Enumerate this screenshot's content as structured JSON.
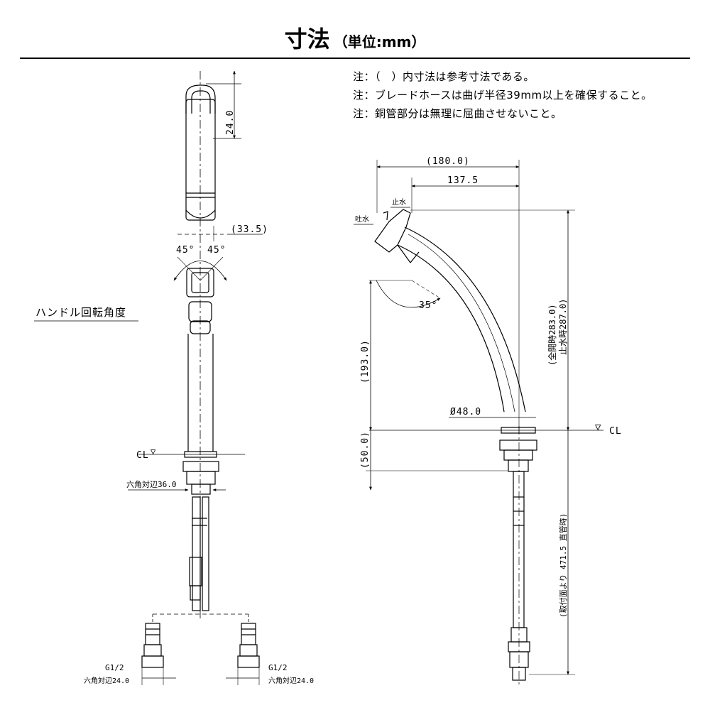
{
  "title": {
    "main": "寸法",
    "sub": "（単位:mm）"
  },
  "notes": [
    "注：（　）内寸法は参考寸法である。",
    "注：ブレードホースは曲げ半径39mm以上を確保すること。",
    "注：銅管部分は無理に屈曲させないこと。"
  ],
  "left_view": {
    "handle_label": "ハンドル回転角度",
    "dim_top": "24.0",
    "dim_offset": "(33.5)",
    "angle_left": "45°",
    "angle_right": "45°",
    "cl": "CL",
    "hex_main": "六角対辺36.0",
    "thread_left": "G1/2",
    "hex_left": "六角対辺24.0",
    "thread_right": "G1/2",
    "hex_right": "六角対辺24.0"
  },
  "right_view": {
    "dim_reach_total": "(180.0)",
    "dim_reach": "137.5",
    "label_stop": "止水",
    "label_spout": "吐水",
    "angle": "35°",
    "dim_height_193": "(193.0)",
    "dim_height_50": "(50.0)",
    "dia": "Ø48.0",
    "height_open": "(全開時283.0)",
    "height_stop": "止水時287.0)",
    "cl": "CL",
    "hose_length": "(取付面より 471.5 直管時)"
  }
}
